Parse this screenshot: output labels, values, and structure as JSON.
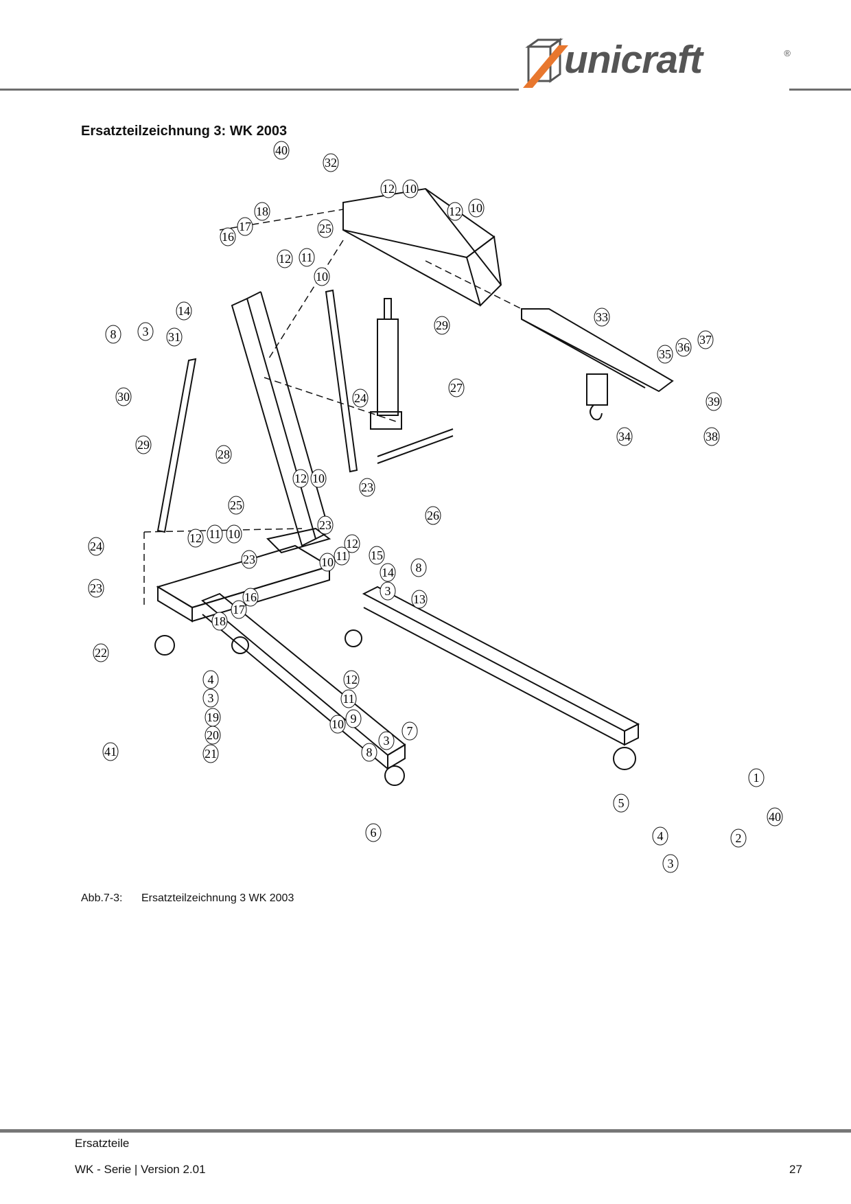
{
  "header": {
    "logo_text": "unicraft",
    "logo_registered": "®",
    "colors": {
      "logo_orange": "#e8772e",
      "logo_gray": "#555555",
      "rule": "#6e6e6e"
    }
  },
  "page_title": "Ersatzteilzeichnung 3:  WK 2003",
  "figure": {
    "caption_label": "Abb.7-3:",
    "caption_text": "Ersatzteilzeichnung 3  WK 2003",
    "part_labels": [
      {
        "id": "p40a",
        "text": "40"
      },
      {
        "id": "p32",
        "text": "32"
      },
      {
        "id": "p12a",
        "text": "12"
      },
      {
        "id": "p10a",
        "text": "10"
      },
      {
        "id": "p12b",
        "text": "12"
      },
      {
        "id": "p10b",
        "text": "10"
      },
      {
        "id": "p18a",
        "text": "18"
      },
      {
        "id": "p17a",
        "text": "17"
      },
      {
        "id": "p16a",
        "text": "16"
      },
      {
        "id": "p25a",
        "text": "25"
      },
      {
        "id": "p12c",
        "text": "12"
      },
      {
        "id": "p11a",
        "text": "11"
      },
      {
        "id": "p10c",
        "text": "10"
      },
      {
        "id": "p14a",
        "text": "14"
      },
      {
        "id": "p8a",
        "text": "8"
      },
      {
        "id": "p3a",
        "text": "3"
      },
      {
        "id": "p31",
        "text": "31"
      },
      {
        "id": "p29a",
        "text": "29"
      },
      {
        "id": "p33",
        "text": "33"
      },
      {
        "id": "p35",
        "text": "35"
      },
      {
        "id": "p36",
        "text": "36"
      },
      {
        "id": "p37",
        "text": "37"
      },
      {
        "id": "p30",
        "text": "30"
      },
      {
        "id": "p24a",
        "text": "24"
      },
      {
        "id": "p27",
        "text": "27"
      },
      {
        "id": "p39",
        "text": "39"
      },
      {
        "id": "p29b",
        "text": "29"
      },
      {
        "id": "p34",
        "text": "34"
      },
      {
        "id": "p38",
        "text": "38"
      },
      {
        "id": "p28",
        "text": "28"
      },
      {
        "id": "p12d",
        "text": "12"
      },
      {
        "id": "p10d",
        "text": "10"
      },
      {
        "id": "p23a",
        "text": "23"
      },
      {
        "id": "p25b",
        "text": "25"
      },
      {
        "id": "p26",
        "text": "26"
      },
      {
        "id": "p24b",
        "text": "24"
      },
      {
        "id": "p12e",
        "text": "12"
      },
      {
        "id": "p11b",
        "text": "11"
      },
      {
        "id": "p10e",
        "text": "10"
      },
      {
        "id": "p23b",
        "text": "23"
      },
      {
        "id": "p23c",
        "text": "23"
      },
      {
        "id": "p12f",
        "text": "12"
      },
      {
        "id": "p10f",
        "text": "10"
      },
      {
        "id": "p11c",
        "text": "11"
      },
      {
        "id": "p15",
        "text": "15"
      },
      {
        "id": "p14b",
        "text": "14"
      },
      {
        "id": "p8b",
        "text": "8"
      },
      {
        "id": "p3b",
        "text": "3"
      },
      {
        "id": "p13",
        "text": "13"
      },
      {
        "id": "p23d",
        "text": "23"
      },
      {
        "id": "p16b",
        "text": "16"
      },
      {
        "id": "p17b",
        "text": "17"
      },
      {
        "id": "p18b",
        "text": "18"
      },
      {
        "id": "p22",
        "text": "22"
      },
      {
        "id": "p4a",
        "text": "4"
      },
      {
        "id": "p3c",
        "text": "3"
      },
      {
        "id": "p19",
        "text": "19"
      },
      {
        "id": "p20",
        "text": "20"
      },
      {
        "id": "p21",
        "text": "21"
      },
      {
        "id": "p41",
        "text": "41"
      },
      {
        "id": "p12g",
        "text": "12"
      },
      {
        "id": "p11d",
        "text": "11"
      },
      {
        "id": "p10g",
        "text": "10"
      },
      {
        "id": "p9",
        "text": "9"
      },
      {
        "id": "p8c",
        "text": "8"
      },
      {
        "id": "p3d",
        "text": "3"
      },
      {
        "id": "p7",
        "text": "7"
      },
      {
        "id": "p1",
        "text": "1"
      },
      {
        "id": "p40b",
        "text": "40"
      },
      {
        "id": "p5",
        "text": "5"
      },
      {
        "id": "p4b",
        "text": "4"
      },
      {
        "id": "p2",
        "text": "2"
      },
      {
        "id": "p3e",
        "text": "3"
      },
      {
        "id": "p6",
        "text": "6"
      }
    ]
  },
  "footer": {
    "section": "Ersatzteile",
    "series_version": "WK - Serie |  Version 2.01",
    "page_number": "27"
  }
}
